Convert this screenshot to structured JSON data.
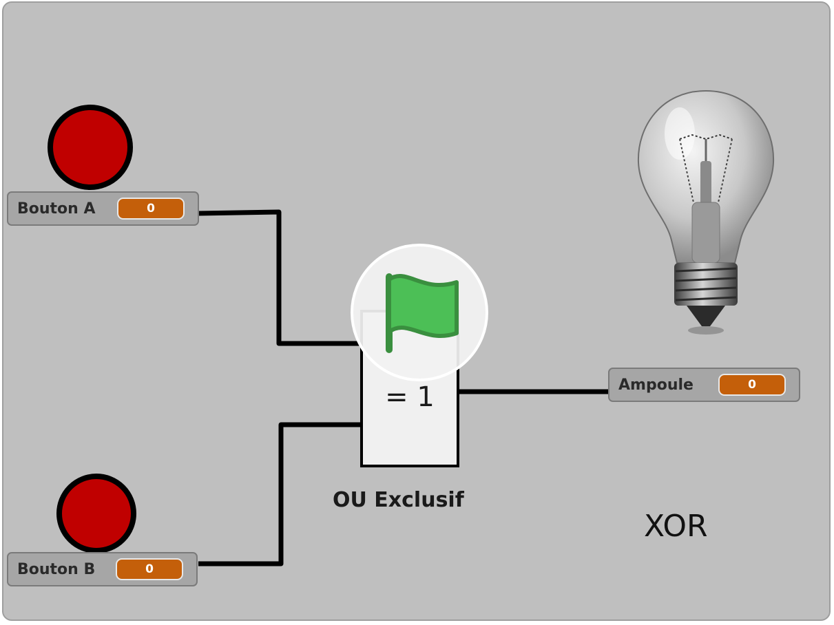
{
  "stage": {
    "monitors": {
      "bouton_a": {
        "label": "Bouton A",
        "value": "0"
      },
      "bouton_b": {
        "label": "Bouton B",
        "value": "0"
      },
      "ampoule": {
        "label": "Ampoule",
        "value": "0"
      }
    },
    "gate": {
      "symbol": "= 1",
      "caption": "OU Exclusif"
    },
    "title": "XOR",
    "icons": {
      "button_a": "red-button-icon",
      "button_b": "red-button-icon",
      "bulb": "light-bulb-icon",
      "green_flag": "green-flag-icon"
    },
    "colors": {
      "stage_bg": "#bfbfbf",
      "button_red": "#c00000",
      "monitor_value": "#c45f0a",
      "flag_green": "#4cbf56"
    }
  }
}
